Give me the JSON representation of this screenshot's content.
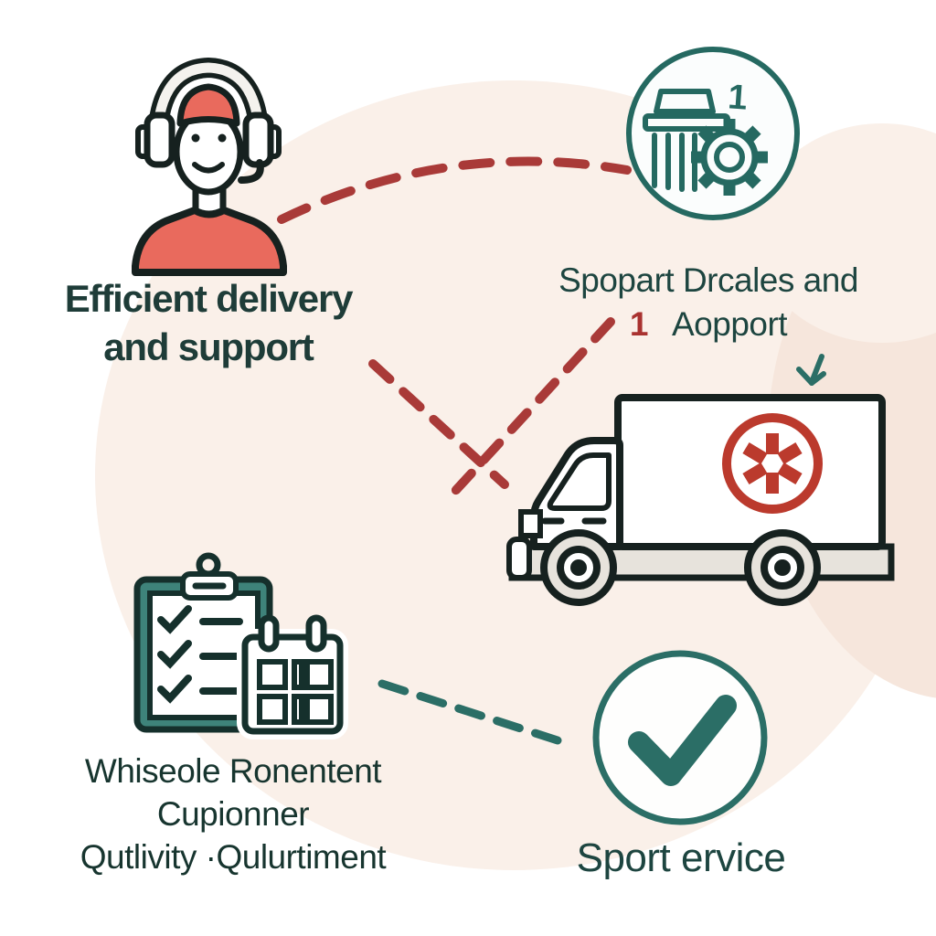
{
  "texts": {
    "headline": {
      "line1": "Efficient delivery",
      "line2": "and support"
    },
    "right_caption": {
      "line1": "Spopart Drcales and",
      "marker": "1",
      "line2": "Aopport"
    },
    "badge": {
      "number": "1"
    },
    "bottom_left_caption": {
      "line1": "Whiseole Ronentent",
      "line2": "Cupionner",
      "line3": "Qutlivity ·Qulurtiment"
    },
    "bottom_right_caption": {
      "label": "Sport ervice"
    }
  },
  "icons": [
    {
      "name": "customer-support-agent-icon",
      "desc": "person with headset, red cap and red shirt"
    },
    {
      "name": "pillar-gear-badge-icon",
      "desc": "teal circle with classical column, gear and number 1"
    },
    {
      "name": "delivery-truck-icon",
      "desc": "box truck with red asterisk emblem"
    },
    {
      "name": "medical-asterisk-emblem-icon",
      "desc": "red circled asterisk on truck box"
    },
    {
      "name": "checklist-clipboard-icon",
      "desc": "teal clipboard with three checked items"
    },
    {
      "name": "calendar-icon",
      "desc": "calendar with two binder rings and grid"
    },
    {
      "name": "check-circle-icon",
      "desc": "teal outlined circle with bold checkmark"
    },
    {
      "name": "down-arrow-icon",
      "desc": "small teal arrow pointing to truck"
    }
  ],
  "connectors": [
    {
      "id": "agent-to-badge",
      "style": "dashed-arc",
      "color": "#a93a38"
    },
    {
      "id": "headline-to-center",
      "style": "dashed-line",
      "color": "#a93a38"
    },
    {
      "id": "caption-to-center",
      "style": "dashed-line",
      "color": "#a93a38"
    },
    {
      "id": "clipboard-to-check-circle",
      "style": "dashed-line",
      "color": "#2b6e66"
    }
  ],
  "palette": {
    "background": "#ffffff",
    "blob_main": "#faf0e9",
    "blob_accent": "#f6e6dc",
    "headline_text": "#1e3c38",
    "caption_text": "#1d4540",
    "teal_icon": "#256961",
    "teal_dash": "#2b6e66",
    "red_dash": "#a93a38",
    "red_marker": "#a93230",
    "red_fill": "#e96a5d",
    "red_emblem": "#bb3a2d",
    "outline_dark": "#16211f",
    "grey_fill": "#e7e3dc",
    "clipboard_teal": "#3e837a"
  }
}
